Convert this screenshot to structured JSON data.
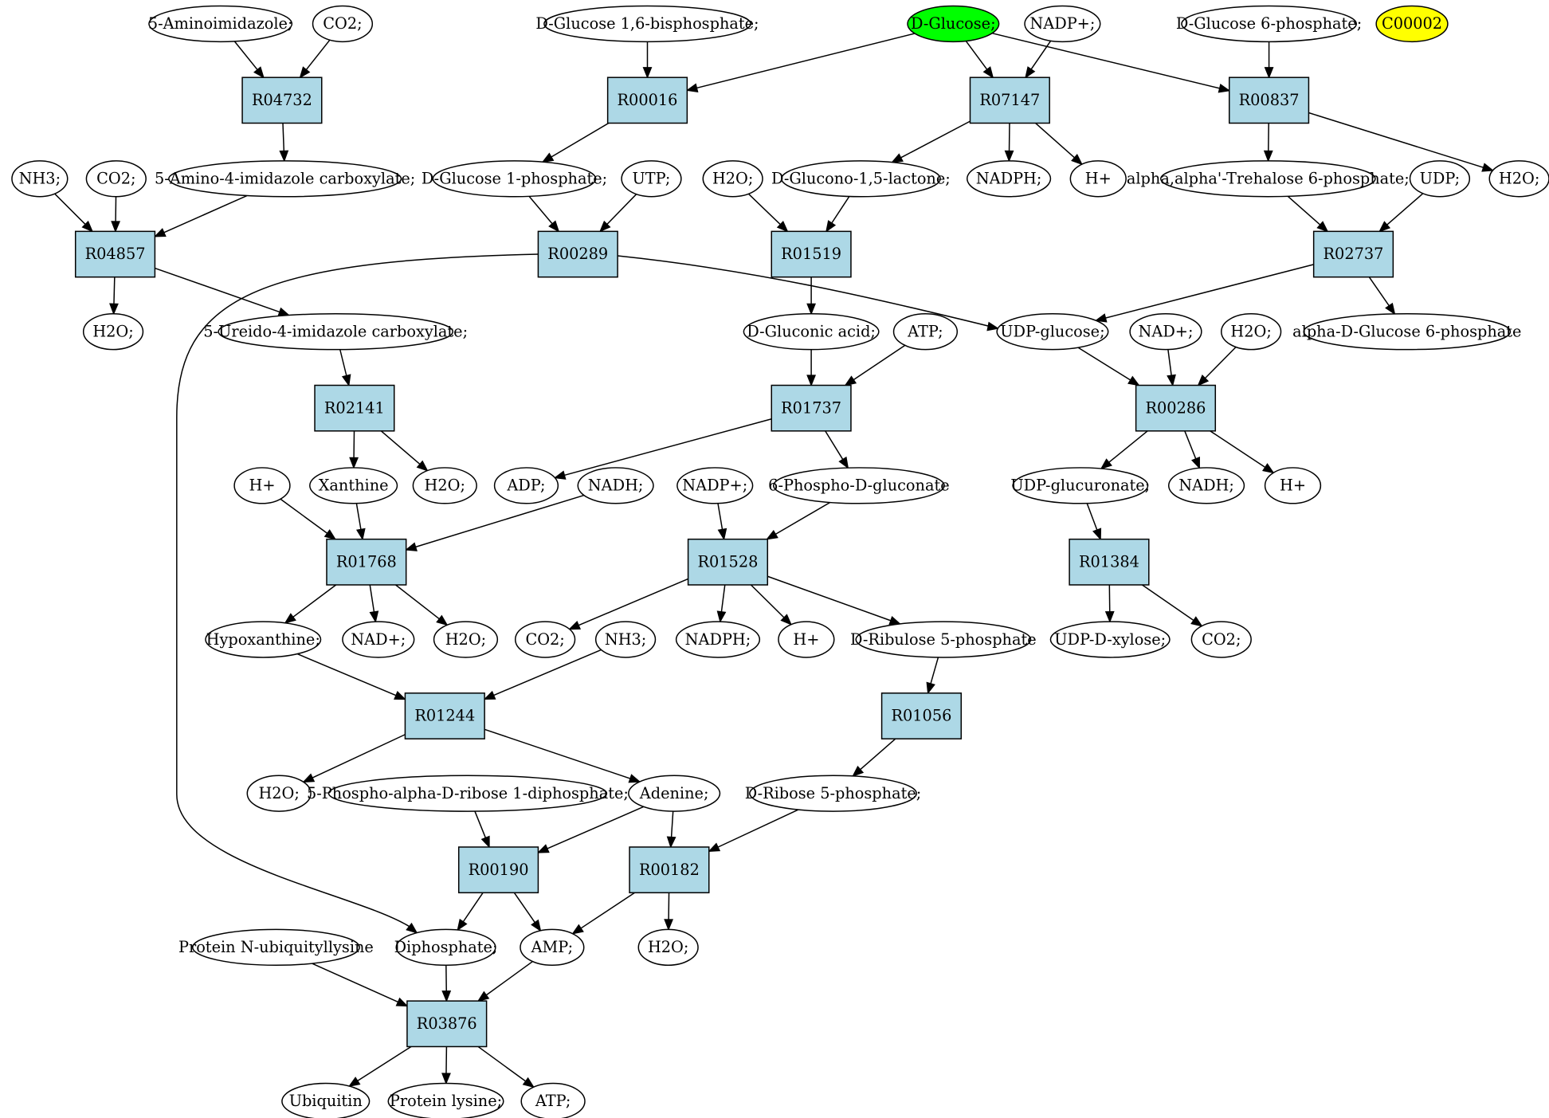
{
  "colors": {
    "reaction_fill": "#add8e6",
    "start_compound_fill": "#00ff00",
    "target_compound_fill": "#ffff00",
    "compound_fill": "#ffffff",
    "stroke": "#000000"
  },
  "nodes": {
    "aminoimidazole": "5-Aminoimidazole;",
    "co2_a": "CO2;",
    "g16bp": "D-Glucose 1,6-bisphosphate;",
    "dglucose": "D-Glucose;",
    "nadpp_a": "NADP+;",
    "g6p": "D-Glucose 6-phosphate;",
    "c00002": "C00002",
    "r04732": "R04732",
    "r00016": "R00016",
    "r07147": "R07147",
    "r00837": "R00837",
    "nh3_a": "NH3;",
    "co2_b": "CO2;",
    "aic": "5-Amino-4-imidazole carboxylate;",
    "g1p": "D-Glucose 1-phosphate;",
    "utp": "UTP;",
    "h2o_a": "H2O;",
    "gluconolactone": "D-Glucono-1,5-lactone;",
    "nadph_a": "NADPH;",
    "hplus_a": "H+",
    "trehalose6p": "alpha,alpha'-Trehalose 6-phosphate;",
    "udp": "UDP;",
    "h2o_b": "H2O;",
    "r04857": "R04857",
    "r00289": "R00289",
    "r01519": "R01519",
    "r02737": "R02737",
    "h2o_c": "H2O;",
    "ureido": "5-Ureido-4-imidazole carboxylate;",
    "gluconic": "D-Gluconic acid;",
    "atp_a": "ATP;",
    "udpglucose": "UDP-glucose;",
    "nadp_b": "NAD+;",
    "h2o_d": "H2O;",
    "adg6p": "alpha-D-Glucose 6-phosphate",
    "r02141": "R02141",
    "r01737": "R01737",
    "r00286": "R00286",
    "hplus_b": "H+",
    "xanthine": "Xanthine",
    "h2o_e": "H2O;",
    "adp": "ADP;",
    "nadh_a": "NADH;",
    "nadpp_b": "NADP+;",
    "pgluconate": "6-Phospho-D-gluconate",
    "udpglucuronate": "UDP-glucuronate;",
    "nadh_b": "NADH;",
    "hplus_c": "H+",
    "r01768": "R01768",
    "r01528": "R01528",
    "r01384": "R01384",
    "hypoxanthine": "Hypoxanthine;",
    "nadp_c": "NAD+;",
    "h2o_f": "H2O;",
    "co2_c": "CO2;",
    "nh3_b": "NH3;",
    "nadph_b": "NADPH;",
    "hplus_d": "H+",
    "ru5p": "D-Ribulose 5-phosphate",
    "udpxylose": "UDP-D-xylose;",
    "co2_d": "CO2;",
    "r01244": "R01244",
    "r01056": "R01056",
    "h2o_g": "H2O;",
    "prpp": "5-Phospho-alpha-D-ribose 1-diphosphate;",
    "adenine": "Adenine;",
    "r5p": "D-Ribose 5-phosphate;",
    "r00190": "R00190",
    "r00182": "R00182",
    "protubq": "Protein N-ubiquityllysine",
    "diphosphate": "Diphosphate;",
    "amp": "AMP;",
    "h2o_h": "H2O;",
    "r03876": "R03876",
    "ubiquitin": "Ubiquitin",
    "protlys": "Protein lysine;",
    "atp_b": "ATP;"
  },
  "edges": [
    [
      "aminoimidazole",
      "r04732"
    ],
    [
      "co2_a",
      "r04732"
    ],
    [
      "r04732",
      "aic"
    ],
    [
      "g16bp",
      "r00016"
    ],
    [
      "dglucose",
      "r00016"
    ],
    [
      "r00016",
      "g1p"
    ],
    [
      "dglucose",
      "r07147"
    ],
    [
      "nadpp_a",
      "r07147"
    ],
    [
      "r07147",
      "gluconolactone"
    ],
    [
      "r07147",
      "nadph_a"
    ],
    [
      "r07147",
      "hplus_a"
    ],
    [
      "dglucose",
      "r00837"
    ],
    [
      "g6p",
      "r00837"
    ],
    [
      "r00837",
      "trehalose6p"
    ],
    [
      "r00837",
      "h2o_b"
    ],
    [
      "nh3_a",
      "r04857"
    ],
    [
      "co2_b",
      "r04857"
    ],
    [
      "aic",
      "r04857"
    ],
    [
      "r04857",
      "h2o_c"
    ],
    [
      "r04857",
      "ureido"
    ],
    [
      "g1p",
      "r00289"
    ],
    [
      "utp",
      "r00289"
    ],
    [
      "r00289",
      "udpglucose"
    ],
    [
      "r00289",
      "diphosphate"
    ],
    [
      "h2o_a",
      "r01519"
    ],
    [
      "gluconolactone",
      "r01519"
    ],
    [
      "r01519",
      "gluconic"
    ],
    [
      "trehalose6p",
      "r02737"
    ],
    [
      "udp",
      "r02737"
    ],
    [
      "r02737",
      "udpglucose"
    ],
    [
      "r02737",
      "adg6p"
    ],
    [
      "ureido",
      "r02141"
    ],
    [
      "r02141",
      "xanthine"
    ],
    [
      "r02141",
      "h2o_e"
    ],
    [
      "gluconic",
      "r01737"
    ],
    [
      "atp_a",
      "r01737"
    ],
    [
      "r01737",
      "adp"
    ],
    [
      "r01737",
      "pgluconate"
    ],
    [
      "udpglucose",
      "r00286"
    ],
    [
      "nadp_b",
      "r00286"
    ],
    [
      "h2o_d",
      "r00286"
    ],
    [
      "r00286",
      "udpglucuronate"
    ],
    [
      "r00286",
      "nadh_b"
    ],
    [
      "r00286",
      "hplus_c"
    ],
    [
      "hplus_b",
      "r01768"
    ],
    [
      "xanthine",
      "r01768"
    ],
    [
      "nadh_a",
      "r01768"
    ],
    [
      "r01768",
      "hypoxanthine"
    ],
    [
      "r01768",
      "nadp_c"
    ],
    [
      "r01768",
      "h2o_f"
    ],
    [
      "nadpp_b",
      "r01528"
    ],
    [
      "pgluconate",
      "r01528"
    ],
    [
      "r01528",
      "co2_c"
    ],
    [
      "r01528",
      "nadph_b"
    ],
    [
      "r01528",
      "hplus_d"
    ],
    [
      "r01528",
      "ru5p"
    ],
    [
      "udpglucuronate",
      "r01384"
    ],
    [
      "r01384",
      "udpxylose"
    ],
    [
      "r01384",
      "co2_d"
    ],
    [
      "hypoxanthine",
      "r01244"
    ],
    [
      "nh3_b",
      "r01244"
    ],
    [
      "r01244",
      "h2o_g"
    ],
    [
      "r01244",
      "adenine"
    ],
    [
      "ru5p",
      "r01056"
    ],
    [
      "r01056",
      "r5p"
    ],
    [
      "prpp",
      "r00190"
    ],
    [
      "adenine",
      "r00190"
    ],
    [
      "r00190",
      "diphosphate"
    ],
    [
      "r00190",
      "amp"
    ],
    [
      "adenine",
      "r00182"
    ],
    [
      "r5p",
      "r00182"
    ],
    [
      "r00182",
      "amp"
    ],
    [
      "r00182",
      "h2o_h"
    ],
    [
      "protubq",
      "r03876"
    ],
    [
      "diphosphate",
      "r03876"
    ],
    [
      "amp",
      "r03876"
    ],
    [
      "r03876",
      "ubiquitin"
    ],
    [
      "r03876",
      "protlys"
    ],
    [
      "r03876",
      "atp_b"
    ]
  ]
}
